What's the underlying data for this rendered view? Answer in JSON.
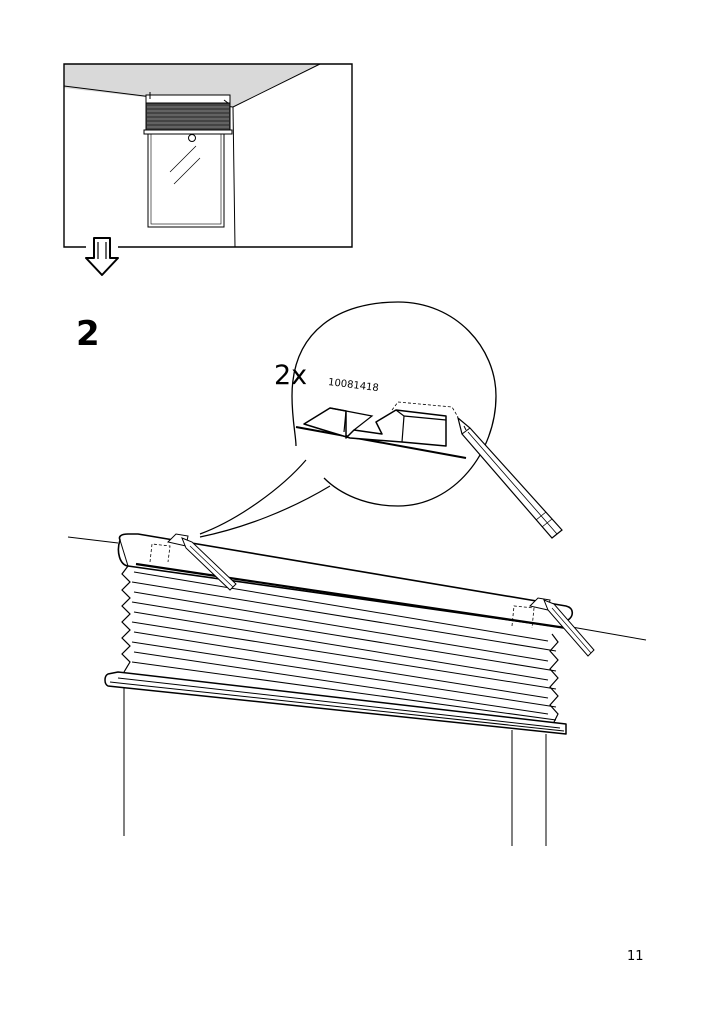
{
  "step": {
    "number": "2",
    "quantity": "2x",
    "part_number": "10081418"
  },
  "footer": {
    "page_number": "11"
  },
  "icons": {
    "next_arrow": "down-arrow-icon",
    "tool": "pencil-icon"
  }
}
